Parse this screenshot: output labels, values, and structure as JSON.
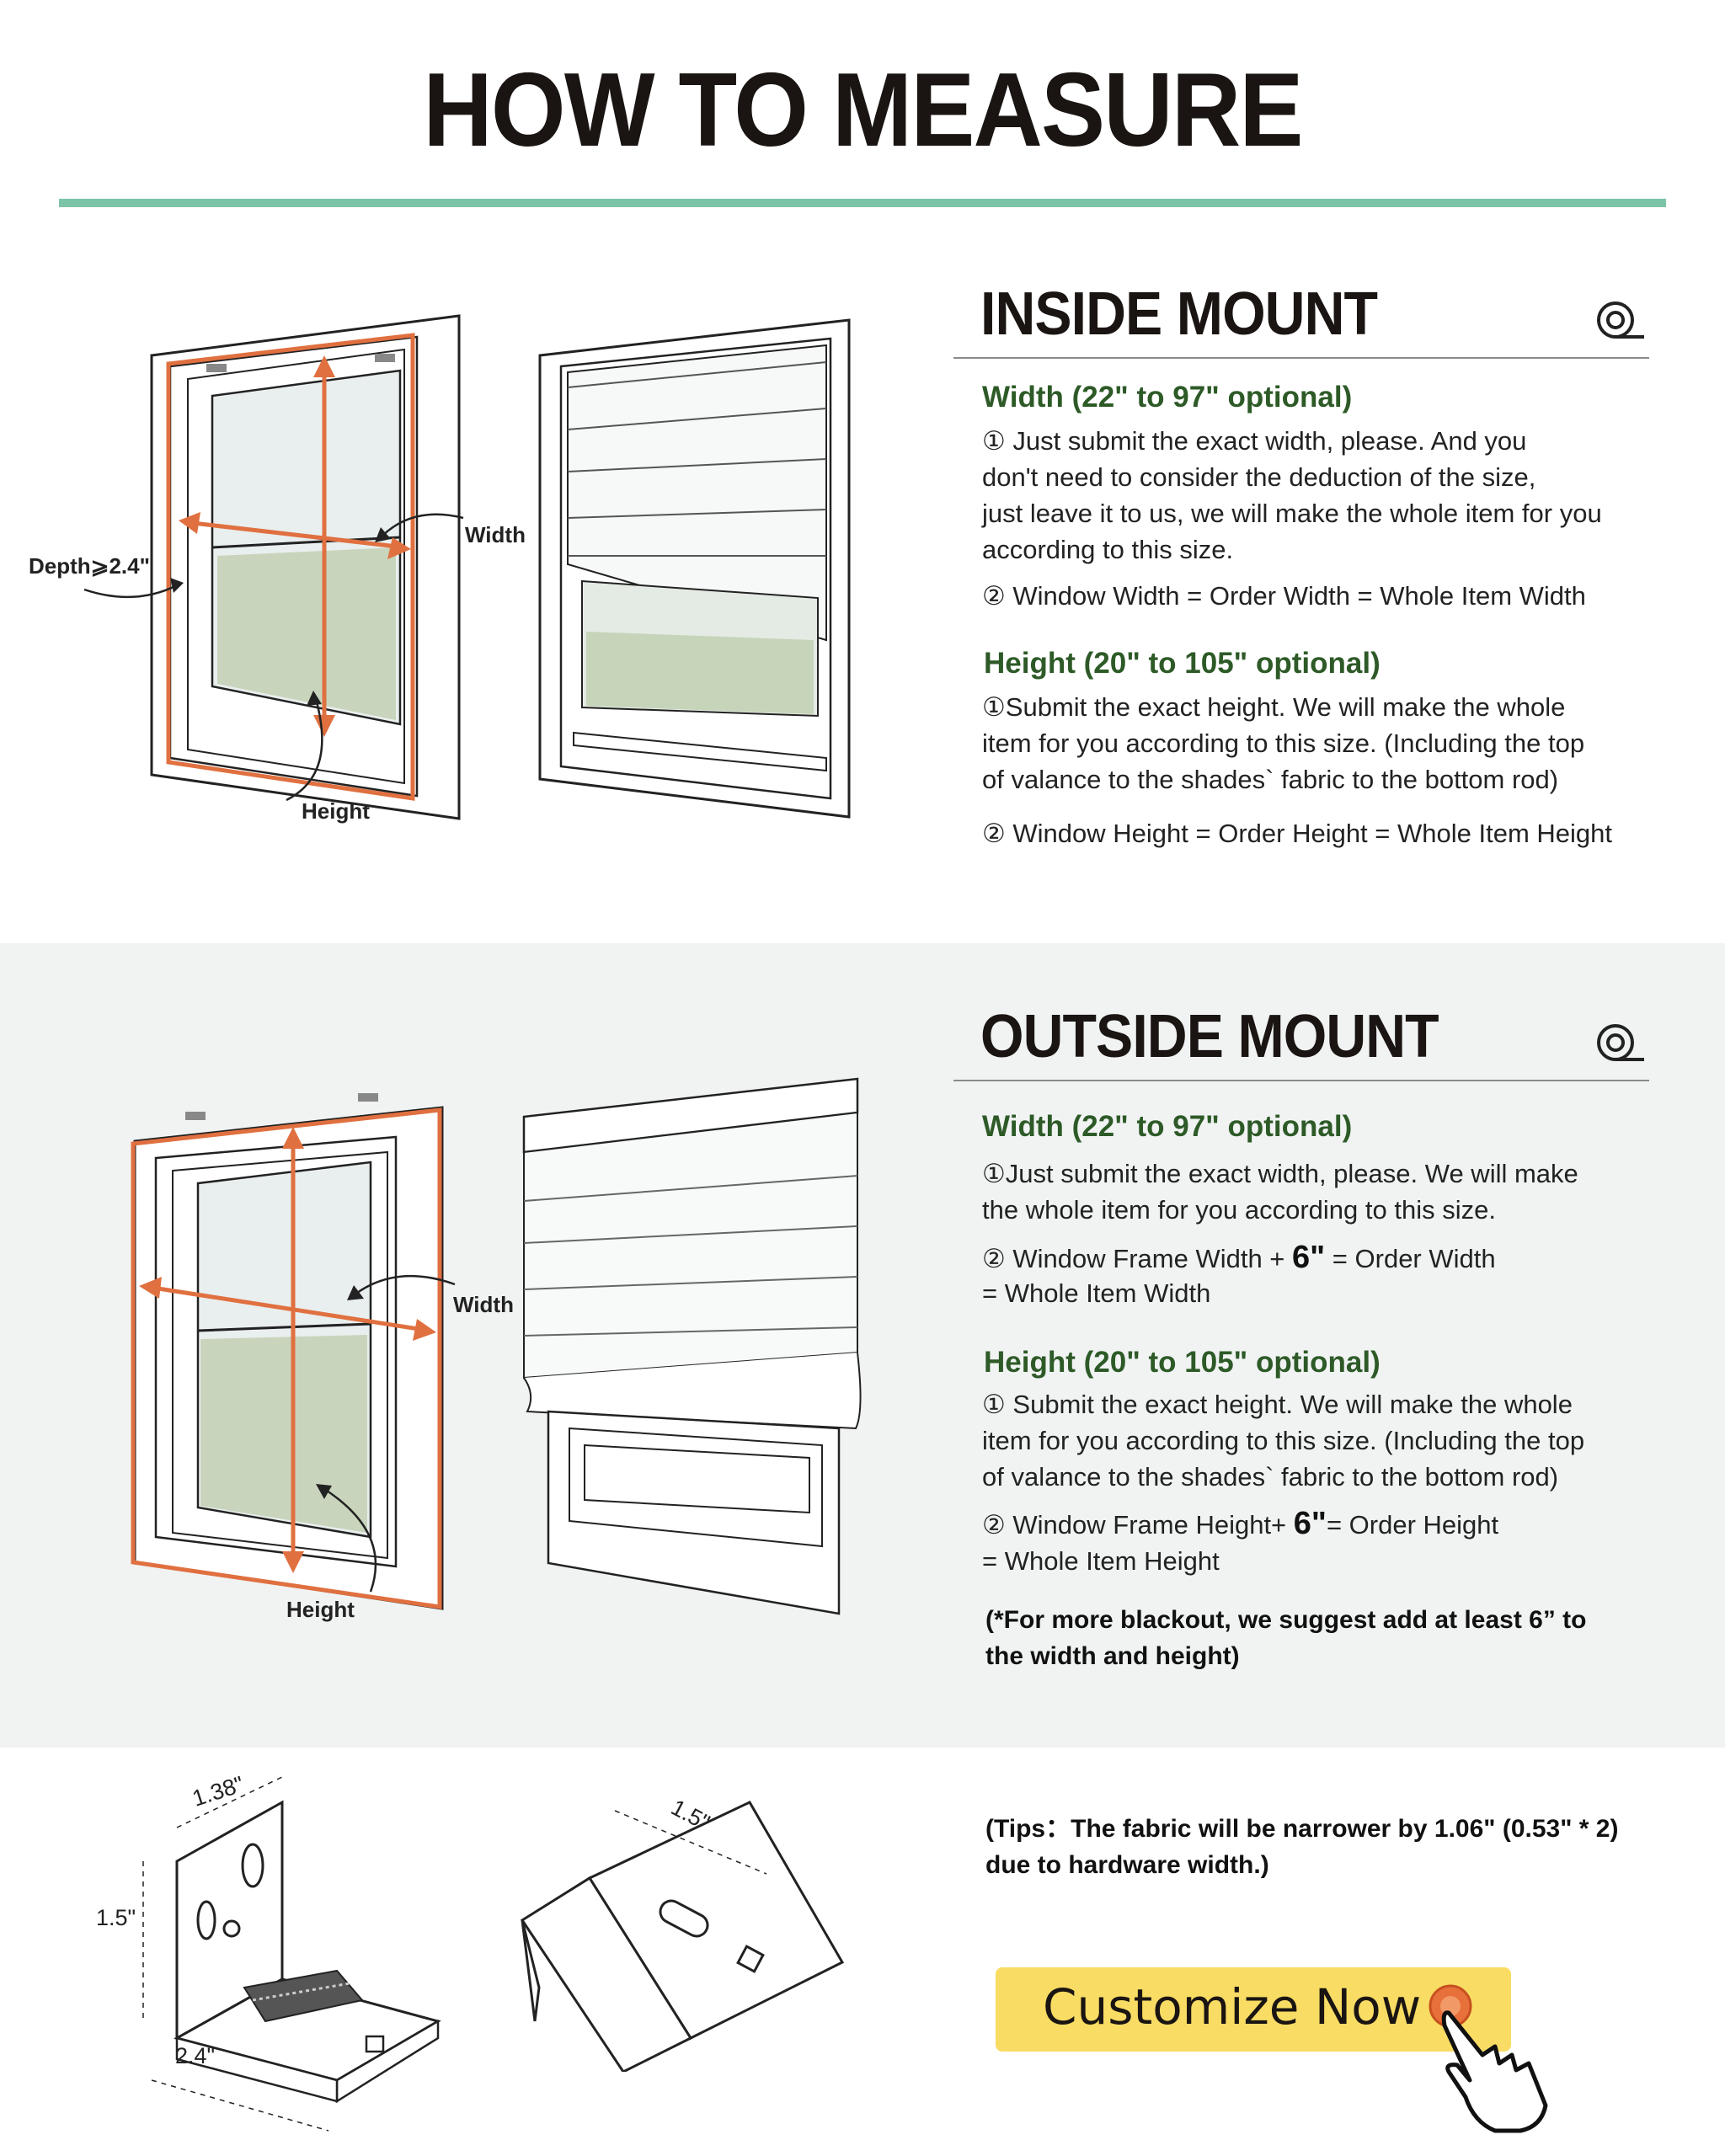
{
  "header": {
    "title": "HOW TO MEASURE"
  },
  "inside_mount": {
    "title": "INSIDE MOUNT",
    "width_heading": "Width (22\" to 97\" optional)",
    "width_text": "① Just submit the exact width, please. And you\n   don't need to consider the deduction of the size,\n   just leave it to us, we will make the whole item for you\n   according to this size.",
    "width_formula": "② Window Width = Order Width = Whole Item Width",
    "height_heading": "Height (20\" to 105\" optional)",
    "height_text": "①Submit the exact height. We will make the whole\n item for you according to this size. (Including the top\n of valance to the shades` fabric to the bottom rod)",
    "height_formula": "② Window Height = Order Height = Whole Item Height",
    "diagram_labels": {
      "depth": "Depth⩾2.4\"",
      "width": "Width",
      "height": "Height"
    }
  },
  "outside_mount": {
    "title": "OUTSIDE MOUNT",
    "width_heading": "Width (22\" to 97\" optional)",
    "width_text": "①Just submit the exact width, please. We will make\n  the whole item for you according to this size.",
    "width_formula_a": "② Window Frame Width + ",
    "width_formula_bold": "6\"",
    "width_formula_b": " = Order Width",
    "width_formula_c": " = Whole Item Width",
    "height_heading": "Height (20\" to 105\" optional)",
    "height_text": "①  Submit the exact height. We will make the whole\n item for you  according to this size. (Including the top\n of valance to the shades` fabric to the bottom rod)",
    "height_formula_a": "② Window Frame Height+ ",
    "height_formula_bold": "6\"",
    "height_formula_b": "= Order Height",
    "height_formula_c": "= Whole Item Height",
    "note": "(*For more blackout,  we suggest add at least 6” to\nthe width and height)",
    "diagram_labels": {
      "width": "Width",
      "height": "Height"
    }
  },
  "hardware": {
    "bracket_top": "1.38\"",
    "bracket_side": "1.5\"",
    "bracket_bottom": "2.4\"",
    "valance_width": "1.5\"",
    "tips": "(Tips：The fabric will be narrower by 1.06\" (0.53\" * 2)\ndue to hardware width.)"
  },
  "cta": {
    "label": "Customize Now"
  },
  "colors": {
    "accent_rule": "#7cc4a6",
    "measure_orange": "#e07040",
    "heading_green": "#2d5a27",
    "cta_yellow": "#f8dc63"
  }
}
